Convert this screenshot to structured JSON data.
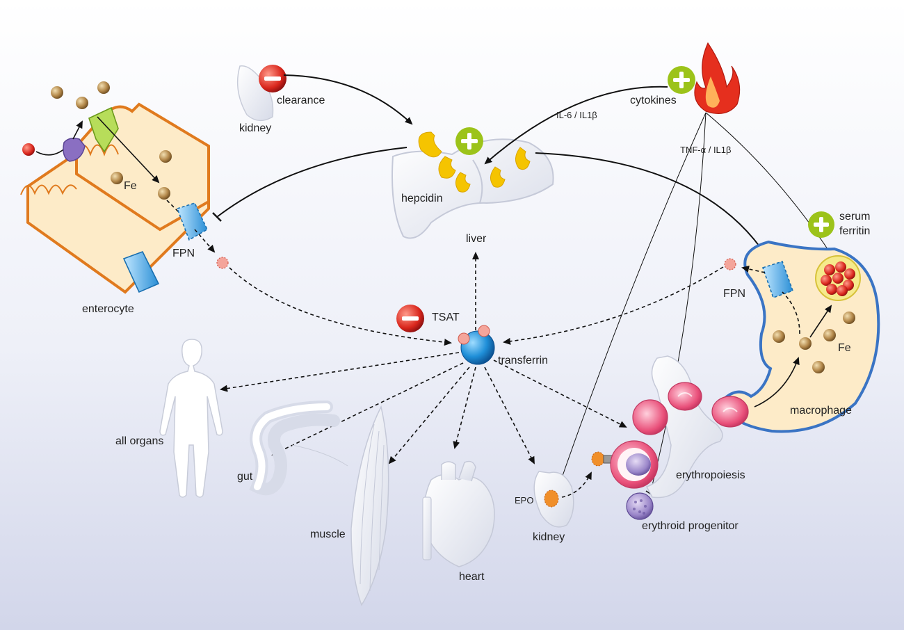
{
  "labels": {
    "kidney_top": "kidney",
    "clearance": "clearance",
    "cytokines": "cytokines",
    "il6": "IL-6 / IL1β",
    "tnf": "TNF-α / IL1β",
    "hepcidin": "hepcidin",
    "liver": "liver",
    "fe_left": "Fe",
    "fpn_left": "FPN",
    "enterocyte": "enterocyte",
    "serum_ferritin_1": "serum",
    "serum_ferritin_2": "ferritin",
    "fpn_right": "FPN",
    "fe_right": "Fe",
    "macrophage": "macrophage",
    "tsat": "TSAT",
    "transferrin": "transferrin",
    "all_organs": "all organs",
    "gut": "gut",
    "muscle": "muscle",
    "heart": "heart",
    "epo": "EPO",
    "kidney_bottom": "kidney",
    "erythropoiesis": "erythropoiesis",
    "erythroid_progenitor": "erythroid progenitor"
  },
  "colors": {
    "minus": "#d9261c",
    "plus": "#9cc31a",
    "transferrin": "#1f8fd8",
    "iron": "#b58a4c",
    "cell": "#fdebc8",
    "cell_border": "#e07a1e",
    "macrophage_border": "#3a74c4",
    "hepcidin": "#f5c400"
  },
  "icons": {
    "minus": "minus-icon",
    "plus": "plus-icon",
    "flame": "flame-icon"
  }
}
